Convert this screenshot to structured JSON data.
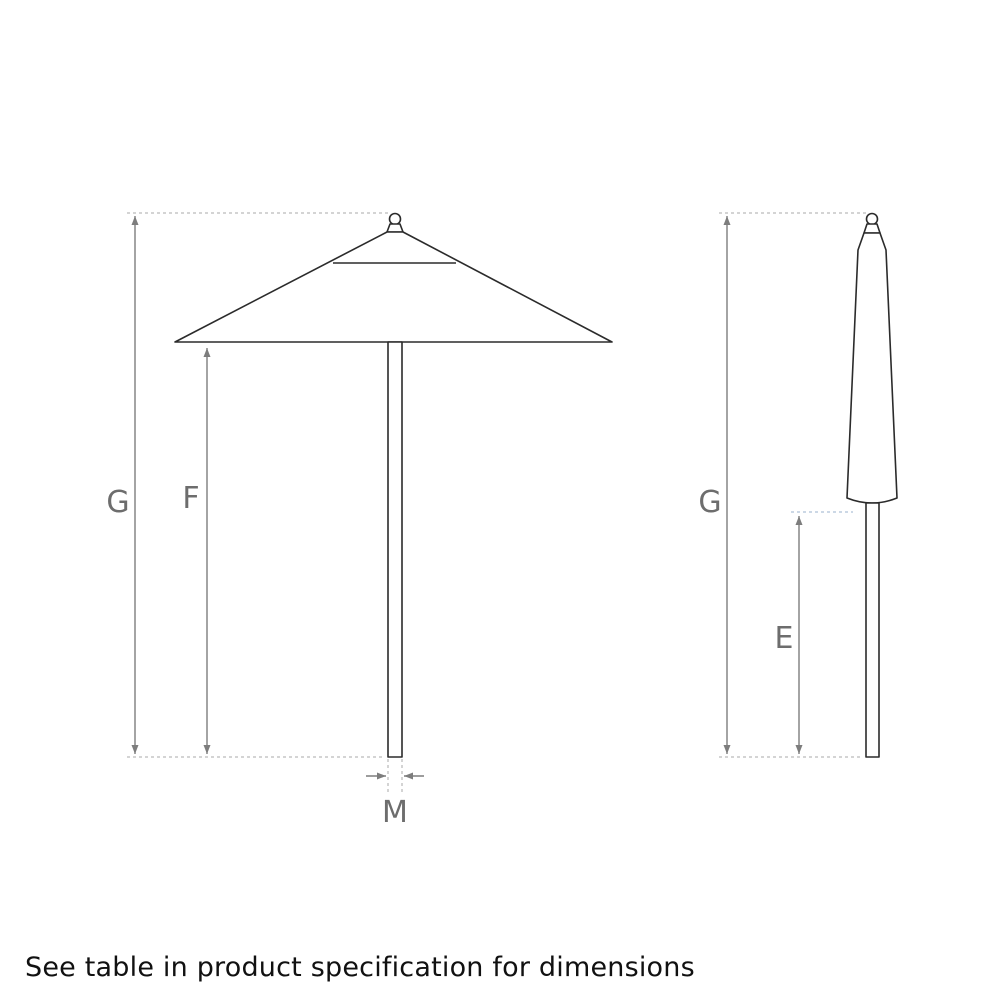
{
  "diagram": {
    "footer_note": "See table in product specification for dimensions",
    "open_view": {
      "dim_total_height_label": "G",
      "dim_under_canopy_height_label": "F",
      "dim_pole_diameter_label": "M"
    },
    "closed_view": {
      "dim_total_height_label": "G",
      "dim_lower_pole_height_label": "E"
    },
    "colors": {
      "outline": "#2b2b2b",
      "dimension_line": "#7d7d7d",
      "dimension_label": "#6d6d6d",
      "extension_dash": "#a9a9a9",
      "blue_extension_dash": "#9ab0cc",
      "footer_text": "#111111",
      "background": "#ffffff"
    }
  }
}
